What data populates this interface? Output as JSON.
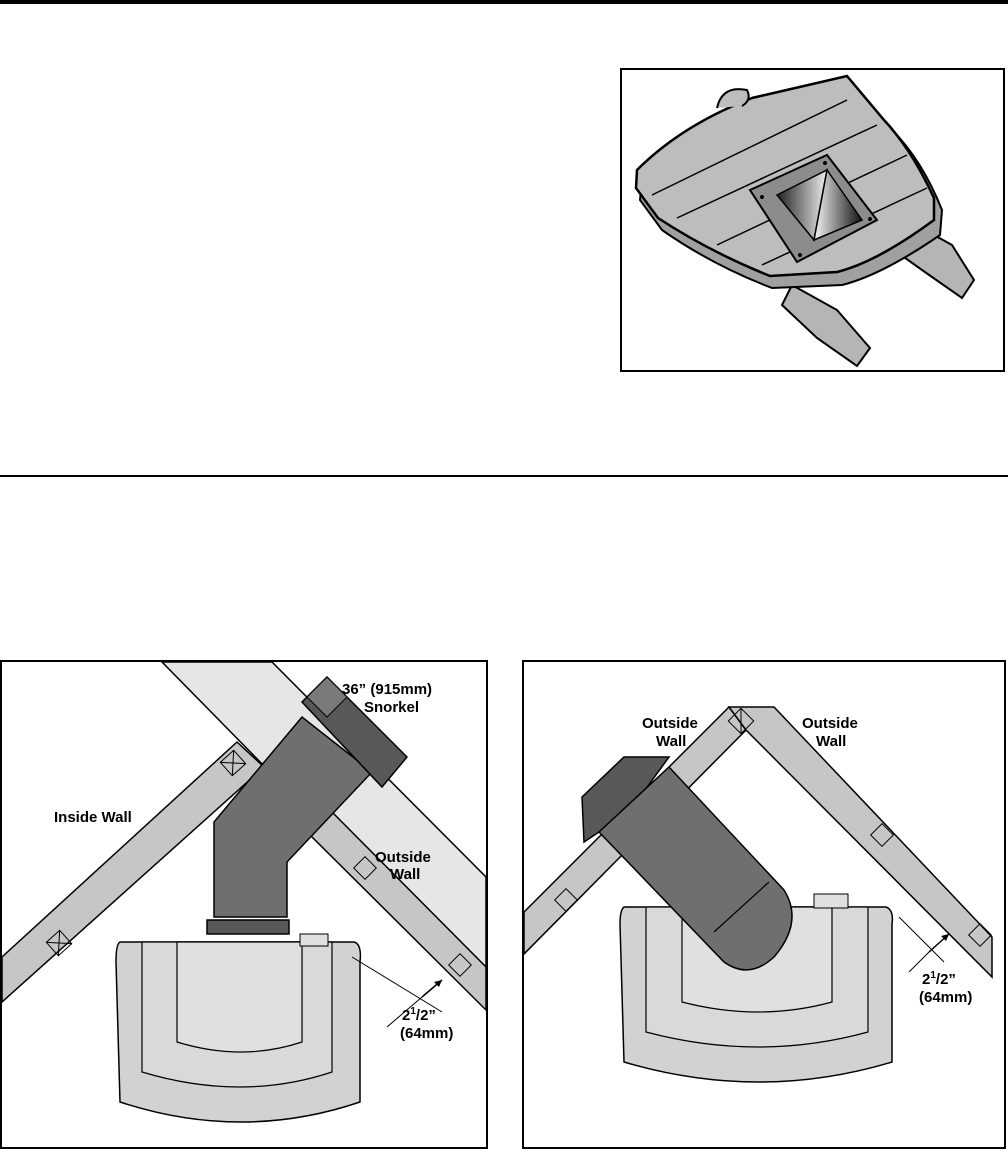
{
  "colors": {
    "wall": "#c6c6c6",
    "pipe": "#6f6f6f",
    "pipe_dark": "#585858",
    "stove": "#d2d2d2",
    "light_board": "#e6e6e6"
  },
  "figure_top": {
    "icons": [
      "roof-deck-icon",
      "flashing-icon"
    ]
  },
  "figure_left": {
    "snorkel_line1": "36” (915mm)",
    "snorkel_line2": "Snorkel",
    "inside_wall": "Inside Wall",
    "outside_line1": "Outside",
    "outside_line2": "Wall",
    "dim_whole": "2",
    "dim_num": "1",
    "dim_den": "/2”",
    "dim_metric": "(64mm)"
  },
  "figure_right": {
    "outside_left_line1": "Outside",
    "outside_left_line2": "Wall",
    "outside_right_line1": "Outside",
    "outside_right_line2": "Wall",
    "dim_whole": "2",
    "dim_num": "1",
    "dim_den": "/2”",
    "dim_metric": "(64mm)"
  }
}
